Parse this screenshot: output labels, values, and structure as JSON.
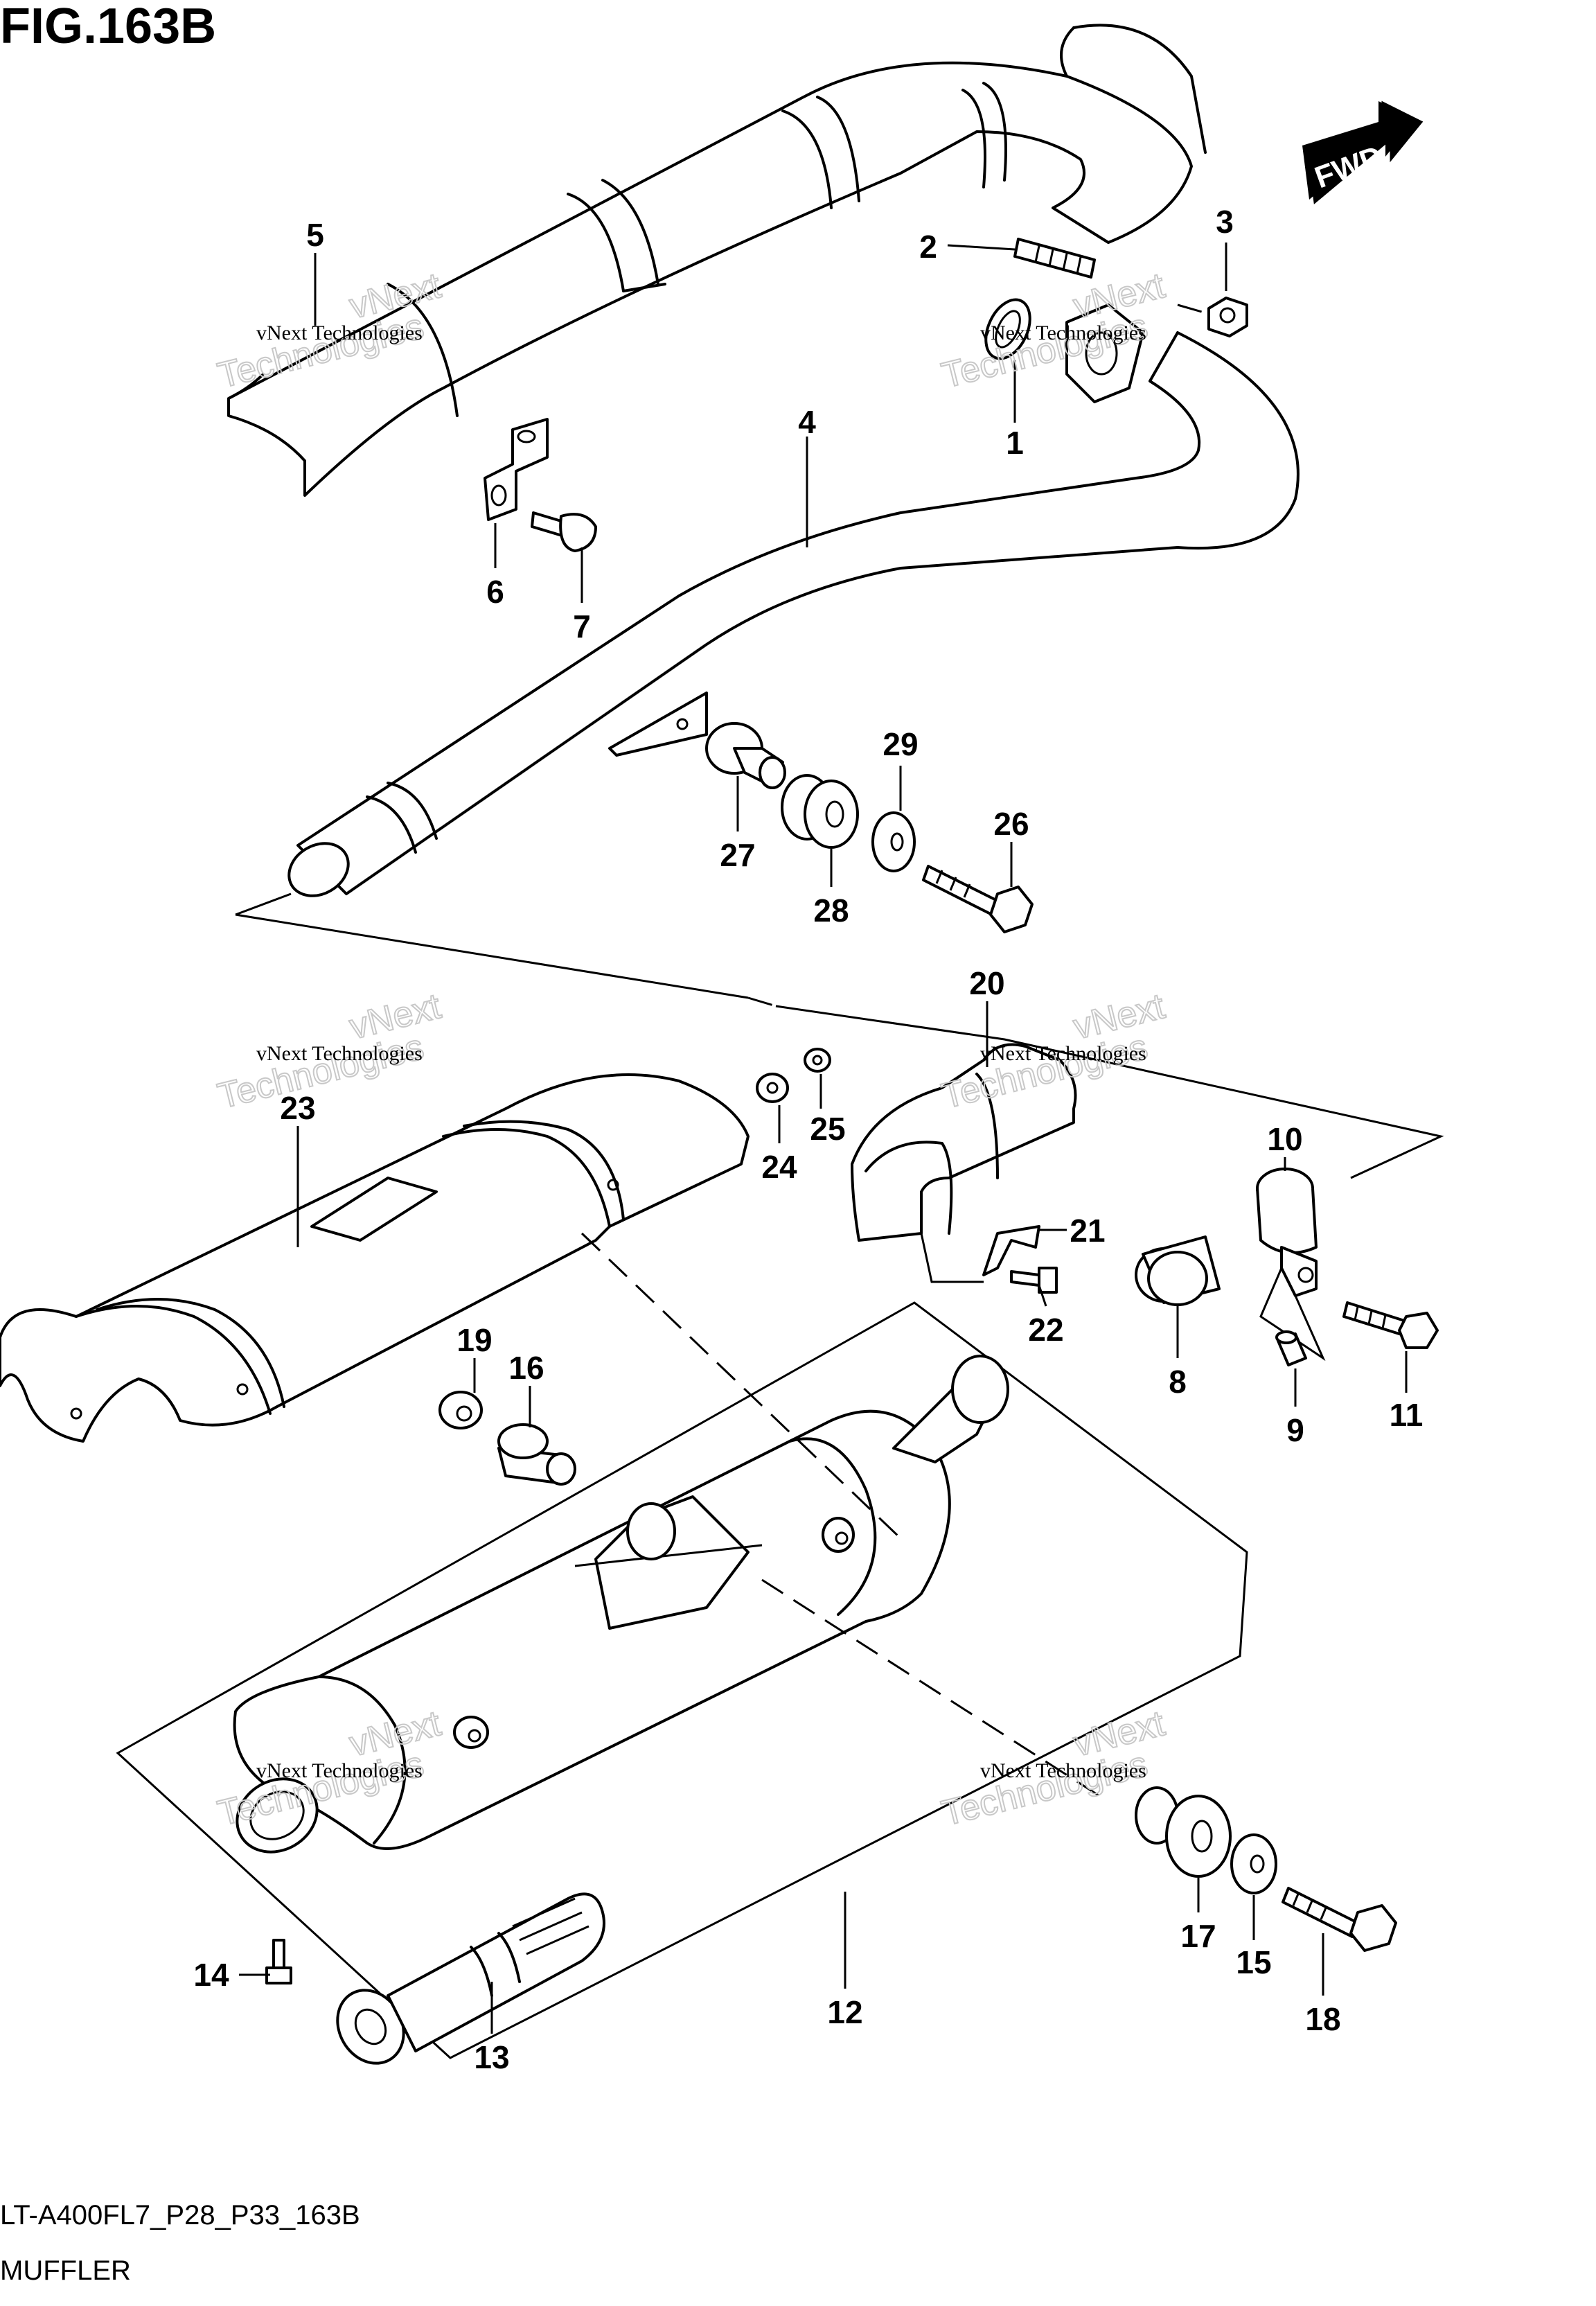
{
  "figure": {
    "title": "FIG.163B",
    "code": "LT-A400FL7_P28_P33_163B",
    "name": "MUFFLER",
    "direction_label": "FWD"
  },
  "watermark": {
    "line1": "vNext Technologies",
    "big_a": "vNext",
    "big_b": "Technologies"
  },
  "callouts": [
    "1",
    "2",
    "3",
    "4",
    "5",
    "6",
    "7",
    "8",
    "9",
    "10",
    "11",
    "12",
    "13",
    "14",
    "15",
    "16",
    "17",
    "18",
    "19",
    "20",
    "21",
    "22",
    "23",
    "24",
    "25",
    "26",
    "27",
    "28",
    "29"
  ]
}
